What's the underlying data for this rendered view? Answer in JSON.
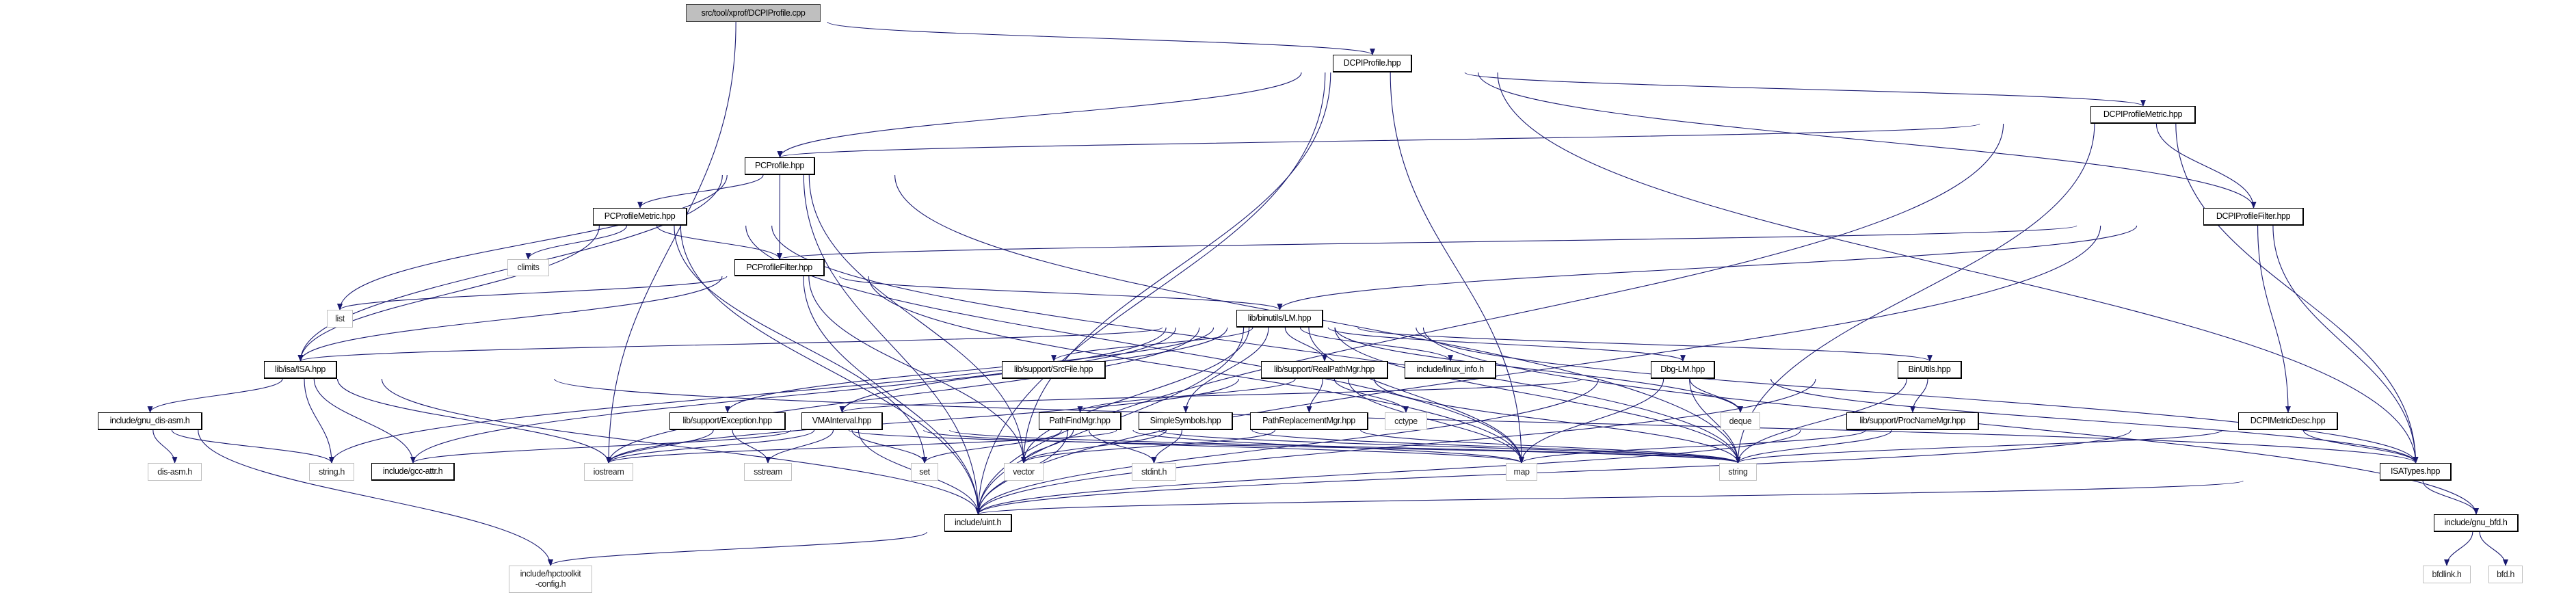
{
  "graph": {
    "edge_color": "#191970",
    "root_fill": "#bfbfbf",
    "nodes": [
      {
        "id": "cpp",
        "label": "src/tool/xprof/DCPIProfile.cpp",
        "kind": "root"
      },
      {
        "id": "dcpi_hpp",
        "label": "DCPIProfile.hpp",
        "kind": "documented"
      },
      {
        "id": "dcpi_metric",
        "label": "DCPIProfileMetric.hpp",
        "kind": "documented"
      },
      {
        "id": "pcprofile",
        "label": "PCProfile.hpp",
        "kind": "documented"
      },
      {
        "id": "pcmetric",
        "label": "PCProfileMetric.hpp",
        "kind": "documented"
      },
      {
        "id": "dcpi_filter",
        "label": "DCPIProfileFilter.hpp",
        "kind": "documented"
      },
      {
        "id": "climits",
        "label": "climits",
        "kind": "system"
      },
      {
        "id": "pcfilter",
        "label": "PCProfileFilter.hpp",
        "kind": "documented"
      },
      {
        "id": "list",
        "label": "list",
        "kind": "system"
      },
      {
        "id": "lm",
        "label": "lib/binutils/LM.hpp",
        "kind": "documented"
      },
      {
        "id": "isa",
        "label": "lib/isa/ISA.hpp",
        "kind": "documented"
      },
      {
        "id": "srcfile",
        "label": "lib/support/SrcFile.hpp",
        "kind": "documented"
      },
      {
        "id": "realpath",
        "label": "lib/support/RealPathMgr.hpp",
        "kind": "documented"
      },
      {
        "id": "linux",
        "label": "include/linux_info.h",
        "kind": "documented"
      },
      {
        "id": "dbglm",
        "label": "Dbg-LM.hpp",
        "kind": "documented"
      },
      {
        "id": "binutils",
        "label": "BinUtils.hpp",
        "kind": "documented"
      },
      {
        "id": "gnudis",
        "label": "include/gnu_dis-asm.h",
        "kind": "documented"
      },
      {
        "id": "exception",
        "label": "lib/support/Exception.hpp",
        "kind": "documented"
      },
      {
        "id": "vma",
        "label": "VMAInterval.hpp",
        "kind": "documented"
      },
      {
        "id": "pathfind",
        "label": "PathFindMgr.hpp",
        "kind": "documented"
      },
      {
        "id": "simplesym",
        "label": "SimpleSymbols.hpp",
        "kind": "documented"
      },
      {
        "id": "pathrepl",
        "label": "PathReplacementMgr.hpp",
        "kind": "documented"
      },
      {
        "id": "cctype",
        "label": "cctype",
        "kind": "system"
      },
      {
        "id": "deque",
        "label": "deque",
        "kind": "system"
      },
      {
        "id": "procname",
        "label": "lib/support/ProcNameMgr.hpp",
        "kind": "documented"
      },
      {
        "id": "metricdesc",
        "label": "DCPIMetricDesc.hpp",
        "kind": "documented"
      },
      {
        "id": "disasm",
        "label": "dis-asm.h",
        "kind": "system"
      },
      {
        "id": "stringh",
        "label": "string.h",
        "kind": "system"
      },
      {
        "id": "gccattr",
        "label": "include/gcc-attr.h",
        "kind": "documented"
      },
      {
        "id": "iostream",
        "label": "iostream",
        "kind": "system"
      },
      {
        "id": "sstream",
        "label": "sstream",
        "kind": "system"
      },
      {
        "id": "set",
        "label": "set",
        "kind": "system"
      },
      {
        "id": "vector",
        "label": "vector",
        "kind": "system"
      },
      {
        "id": "stdint",
        "label": "stdint.h",
        "kind": "system"
      },
      {
        "id": "map",
        "label": "map",
        "kind": "system"
      },
      {
        "id": "string",
        "label": "string",
        "kind": "system"
      },
      {
        "id": "isatypes",
        "label": "ISATypes.hpp",
        "kind": "documented"
      },
      {
        "id": "uint",
        "label": "include/uint.h",
        "kind": "documented"
      },
      {
        "id": "gnubfd",
        "label": "include/gnu_bfd.h",
        "kind": "documented"
      },
      {
        "id": "hpcconfig",
        "label": "include/hpctoolkit\n-config.h",
        "kind": "system"
      },
      {
        "id": "bfdlink",
        "label": "bfdlink.h",
        "kind": "system"
      },
      {
        "id": "bfd",
        "label": "bfd.h",
        "kind": "system"
      }
    ],
    "edges": [
      [
        "cpp",
        "dcpi_hpp"
      ],
      [
        "cpp",
        "iostream"
      ],
      [
        "dcpi_hpp",
        "pcprofile"
      ],
      [
        "dcpi_hpp",
        "dcpi_metric"
      ],
      [
        "dcpi_hpp",
        "dcpi_filter"
      ],
      [
        "dcpi_hpp",
        "isatypes"
      ],
      [
        "dcpi_hpp",
        "uint"
      ],
      [
        "dcpi_hpp",
        "vector"
      ],
      [
        "dcpi_hpp",
        "map"
      ],
      [
        "dcpi_metric",
        "pcprofile"
      ],
      [
        "dcpi_metric",
        "dcpi_filter"
      ],
      [
        "dcpi_metric",
        "isatypes"
      ],
      [
        "dcpi_metric",
        "uint"
      ],
      [
        "dcpi_metric",
        "string"
      ],
      [
        "pcprofile",
        "pcmetric"
      ],
      [
        "pcprofile",
        "pcfilter"
      ],
      [
        "pcprofile",
        "list"
      ],
      [
        "pcprofile",
        "isa"
      ],
      [
        "pcprofile",
        "uint"
      ],
      [
        "pcprofile",
        "vector"
      ],
      [
        "pcprofile",
        "string"
      ],
      [
        "pcmetric",
        "climits"
      ],
      [
        "pcmetric",
        "pcfilter"
      ],
      [
        "pcmetric",
        "isa"
      ],
      [
        "pcmetric",
        "uint"
      ],
      [
        "pcmetric",
        "string"
      ],
      [
        "pcmetric",
        "map"
      ],
      [
        "pcmetric",
        "set"
      ],
      [
        "dcpi_filter",
        "pcfilter"
      ],
      [
        "dcpi_filter",
        "lm"
      ],
      [
        "dcpi_filter",
        "metricdesc"
      ],
      [
        "dcpi_filter",
        "isatypes"
      ],
      [
        "dcpi_filter",
        "uint"
      ],
      [
        "pcfilter",
        "list"
      ],
      [
        "pcfilter",
        "isa"
      ],
      [
        "pcfilter",
        "lm"
      ],
      [
        "pcfilter",
        "vector"
      ],
      [
        "pcfilter",
        "uint"
      ],
      [
        "pcfilter",
        "map"
      ],
      [
        "lm",
        "isa"
      ],
      [
        "lm",
        "srcfile"
      ],
      [
        "lm",
        "realpath"
      ],
      [
        "lm",
        "linux"
      ],
      [
        "lm",
        "dbglm"
      ],
      [
        "lm",
        "binutils"
      ],
      [
        "lm",
        "simplesym"
      ],
      [
        "lm",
        "vma"
      ],
      [
        "lm",
        "exception"
      ],
      [
        "lm",
        "stringh"
      ],
      [
        "lm",
        "gccattr"
      ],
      [
        "lm",
        "iostream"
      ],
      [
        "lm",
        "vector"
      ],
      [
        "lm",
        "map"
      ],
      [
        "lm",
        "string"
      ],
      [
        "lm",
        "deque"
      ],
      [
        "lm",
        "isatypes"
      ],
      [
        "lm",
        "gnubfd"
      ],
      [
        "lm",
        "uint"
      ],
      [
        "isa",
        "gnudis"
      ],
      [
        "isa",
        "stringh"
      ],
      [
        "isa",
        "gccattr"
      ],
      [
        "isa",
        "iostream"
      ],
      [
        "isa",
        "uint"
      ],
      [
        "isa",
        "isatypes"
      ],
      [
        "gnudis",
        "disasm"
      ],
      [
        "gnudis",
        "stringh"
      ],
      [
        "gnudis",
        "hpcconfig"
      ],
      [
        "realpath",
        "pathfind"
      ],
      [
        "realpath",
        "pathrepl"
      ],
      [
        "realpath",
        "cctype"
      ],
      [
        "realpath",
        "map"
      ],
      [
        "realpath",
        "string"
      ],
      [
        "realpath",
        "iostream"
      ],
      [
        "dbglm",
        "deque"
      ],
      [
        "dbglm",
        "map"
      ],
      [
        "dbglm",
        "string"
      ],
      [
        "dbglm",
        "vma"
      ],
      [
        "dbglm",
        "uint"
      ],
      [
        "dbglm",
        "isatypes"
      ],
      [
        "binutils",
        "procname"
      ],
      [
        "binutils",
        "string"
      ],
      [
        "binutils",
        "uint"
      ],
      [
        "procname",
        "map"
      ],
      [
        "procname",
        "string"
      ],
      [
        "procname",
        "uint"
      ],
      [
        "metricdesc",
        "isatypes"
      ],
      [
        "metricdesc",
        "string"
      ],
      [
        "metricdesc",
        "uint"
      ],
      [
        "exception",
        "iostream"
      ],
      [
        "exception",
        "sstream"
      ],
      [
        "exception",
        "string"
      ],
      [
        "vma",
        "set"
      ],
      [
        "vma",
        "iostream"
      ],
      [
        "vma",
        "sstream"
      ],
      [
        "vma",
        "gccattr"
      ],
      [
        "vma",
        "string"
      ],
      [
        "vma",
        "map"
      ],
      [
        "vma",
        "uint"
      ],
      [
        "pathfind",
        "set"
      ],
      [
        "pathfind",
        "vector"
      ],
      [
        "pathfind",
        "stdint"
      ],
      [
        "pathfind",
        "map"
      ],
      [
        "pathfind",
        "string"
      ],
      [
        "pathfind",
        "uint"
      ],
      [
        "simplesym",
        "vector"
      ],
      [
        "simplesym",
        "stdint"
      ],
      [
        "simplesym",
        "string"
      ],
      [
        "simplesym",
        "iostream"
      ],
      [
        "pathrepl",
        "vector"
      ],
      [
        "pathrepl",
        "string"
      ],
      [
        "isatypes",
        "gnubfd"
      ],
      [
        "isatypes",
        "uint"
      ],
      [
        "gnubfd",
        "bfdlink"
      ],
      [
        "gnubfd",
        "bfd"
      ],
      [
        "uint",
        "hpcconfig"
      ]
    ]
  }
}
